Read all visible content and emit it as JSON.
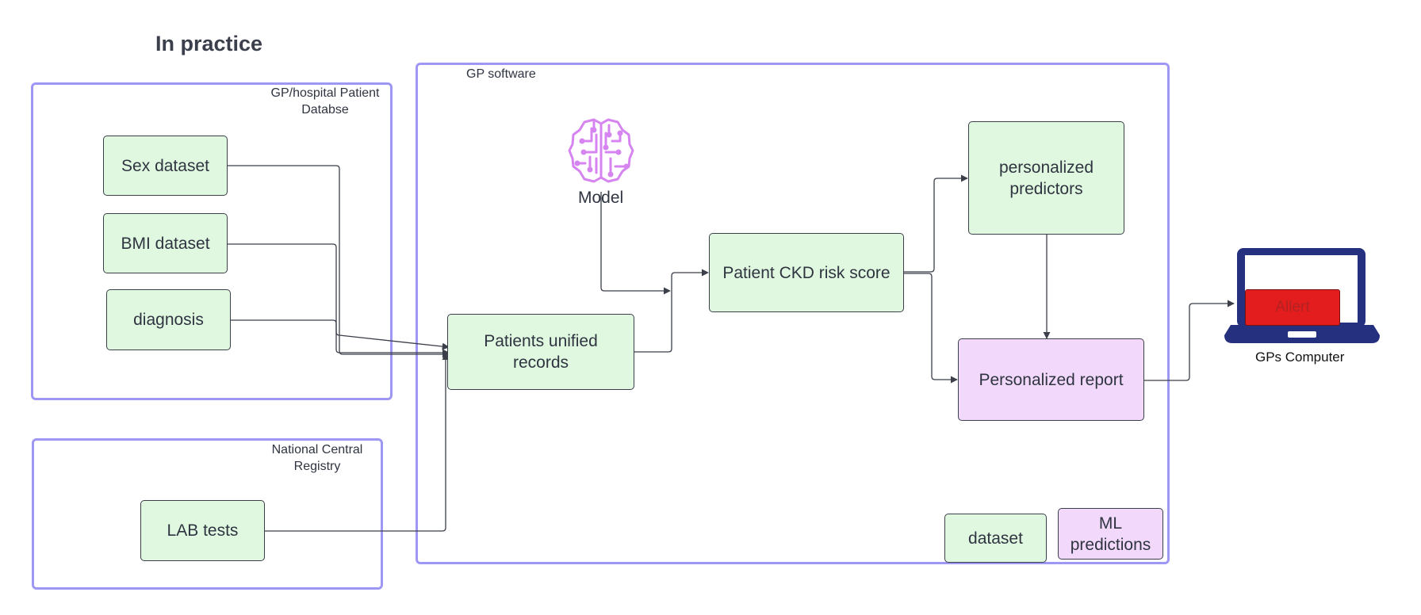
{
  "title": "In practice",
  "containers": {
    "patient_db": "GP/hospital Patient\nDatabse",
    "national_registry": "National Central\nRegistry",
    "gp_software": "GP software"
  },
  "nodes": {
    "sex": "Sex dataset",
    "bmi": "BMI dataset",
    "diagnosis": "diagnosis",
    "lab": "LAB tests",
    "unified": "Patients unified\nrecords",
    "risk": "Patient CKD risk score",
    "predictors": "personalized\npredictors",
    "report": "Personalized report",
    "legend_dataset": "dataset",
    "legend_ml": "ML\npredictions"
  },
  "model": {
    "label": "Model",
    "icon": "brain-circuit-icon"
  },
  "computer": {
    "alert": "Allert",
    "label": "GPs Computer",
    "icon": "laptop-icon"
  },
  "colors": {
    "container_border": "#9e97f4",
    "dataset_fill": "#e1f8e0",
    "prediction_fill": "#f2d9fb",
    "model_icon": "#d684f0",
    "laptop": "#25317f",
    "alert": "#e31d1d"
  }
}
